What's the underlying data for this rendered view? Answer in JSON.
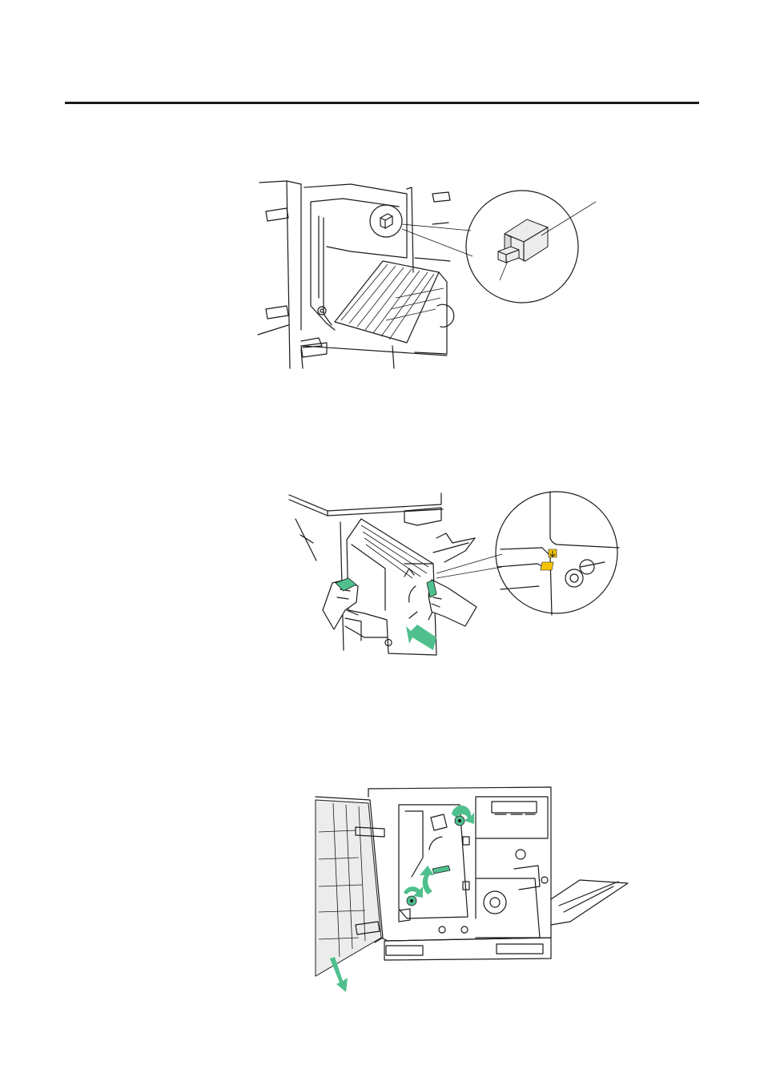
{
  "page": {
    "background": "#ffffff",
    "rule_color": "#1a1a1a"
  },
  "colors": {
    "accent": "#4fc08d",
    "warning_label": "#f5c400",
    "line": "#1a1a1a"
  },
  "figures": [
    {
      "name": "figure-lever-detail",
      "icons": [
        "magnifier-callout",
        "lever-part"
      ]
    },
    {
      "name": "figure-insert-unit",
      "icons": [
        "green-handle",
        "push-arrow",
        "alignment-label"
      ]
    },
    {
      "name": "figure-close-cover",
      "icons": [
        "rotate-arrow",
        "close-arrow",
        "green-knob"
      ]
    }
  ]
}
